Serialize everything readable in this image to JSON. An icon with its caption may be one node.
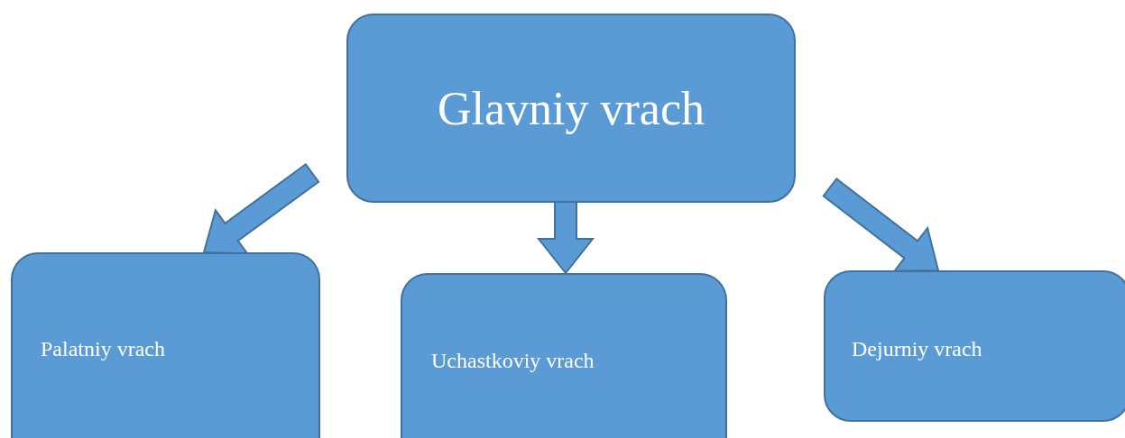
{
  "diagram": {
    "nodes": [
      {
        "text": [
          "Glavniy vrach"
        ]
      },
      {
        "text": [
          "Palatniy vrach"
        ]
      },
      {
        "text": [
          "Uchastkoviy vrach"
        ]
      },
      {
        "text": [
          "Dejurniy vrach"
        ]
      }
    ],
    "edges": [
      {
        "from": 0,
        "to": 1,
        "arrow": "to"
      },
      {
        "from": 0,
        "to": 2,
        "arrow": "to"
      },
      {
        "from": 0,
        "to": 3,
        "arrow": "to"
      }
    ]
  }
}
